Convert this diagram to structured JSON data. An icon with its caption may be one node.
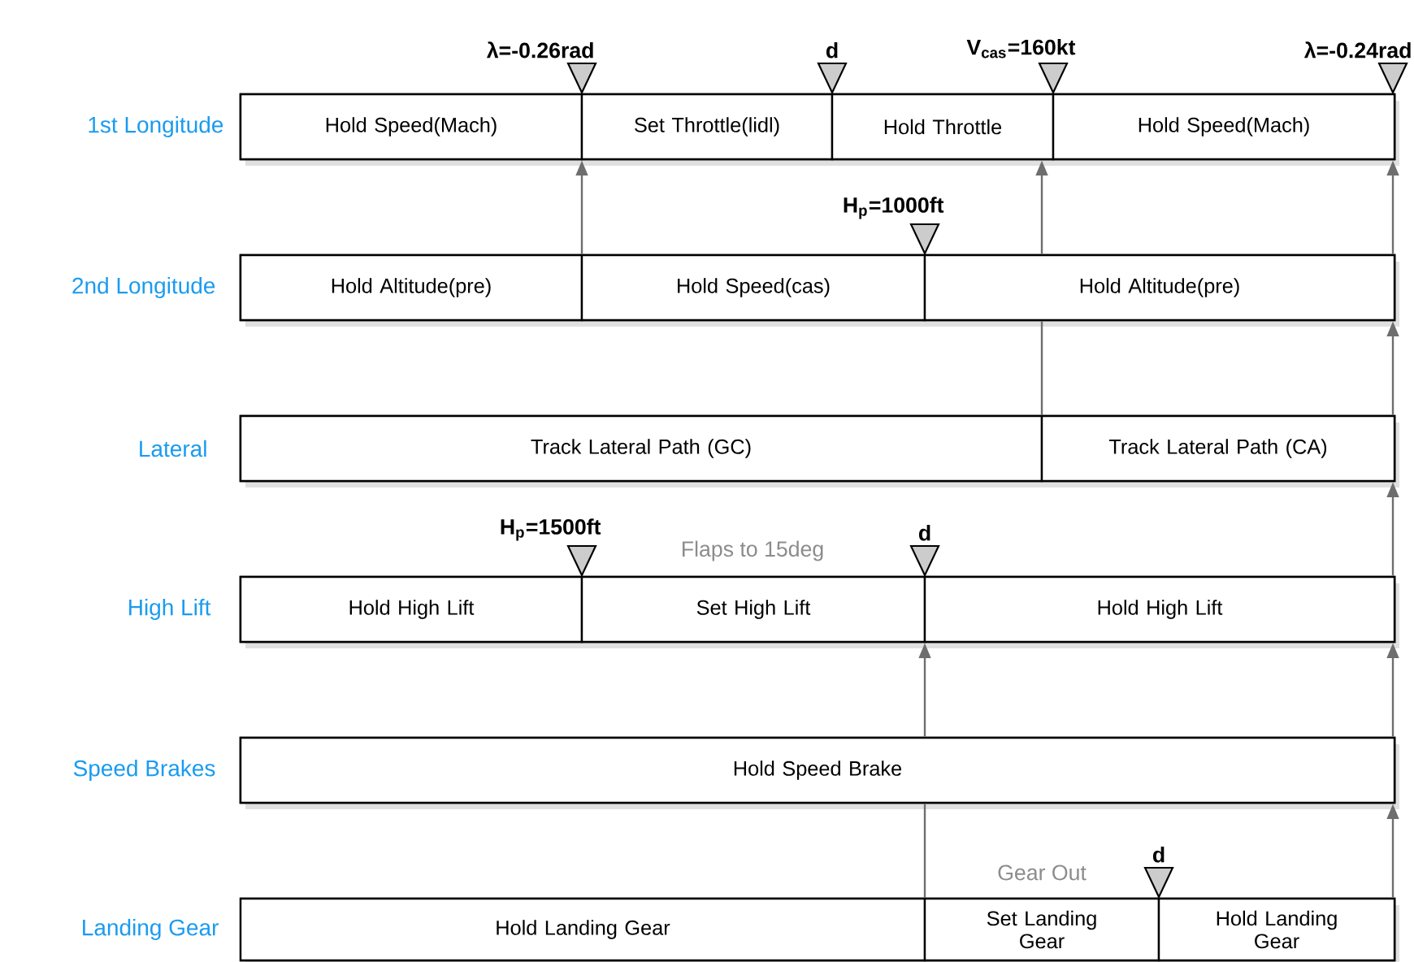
{
  "diagram": {
    "nodes": [
      {
        "text": [],
        "shape": "triangle",
        "beside": [
          "λ=-0.26rad"
        ]
      },
      {
        "text": [],
        "shape": "triangle",
        "beside": [
          "d"
        ]
      },
      {
        "text": [],
        "shape": "triangle",
        "beside": [
          "V$_{cas}$=160kt"
        ]
      },
      {
        "text": [],
        "shape": "triangle",
        "beside": [
          "λ=-0.24rad"
        ]
      },
      {
        "text": [
          "1st Longitude"
        ]
      },
      {
        "text": [
          "Hold Speed(Mach)"
        ],
        "in": 4
      },
      {
        "text": [
          "Set Throttle(lidl)"
        ],
        "in": 4
      },
      {
        "text": [
          "Hold Throttle"
        ],
        "in": 4
      },
      {
        "text": [
          "Hold Speed(Mach)"
        ],
        "in": 4
      },
      {
        "text": [],
        "shape": "triangle",
        "beside": [
          "H$_{p}$=1000ft"
        ]
      },
      {
        "text": [
          "2nd Longitude"
        ]
      },
      {
        "text": [
          "Hold Altitude(pre)"
        ],
        "in": 10
      },
      {
        "text": [
          "Hold Speed(cas)"
        ],
        "in": 10
      },
      {
        "text": [
          "Hold Altitude(pre)"
        ],
        "in": 10
      },
      {
        "text": [
          "Lateral"
        ]
      },
      {
        "text": [
          "Track Lateral Path (GC)"
        ],
        "in": 14
      },
      {
        "text": [
          "Track Lateral Path (CA)"
        ],
        "in": 14
      },
      {
        "text": [],
        "shape": "triangle",
        "beside": [
          "H$_{p}$=1500ft"
        ]
      },
      {
        "text": [],
        "shape": "triangle",
        "beside": [
          "d"
        ]
      },
      {
        "text": [
          "High Lift"
        ]
      },
      {
        "text": [
          "Hold High Lift"
        ],
        "in": 19
      },
      {
        "text": [
          "Set High Lift"
        ],
        "in": 19
      },
      {
        "text": [
          "Hold High Lift"
        ],
        "in": 19
      },
      {
        "text": [
          "Speed Brakes"
        ]
      },
      {
        "text": [
          "Hold Speed Brake"
        ],
        "in": 23
      },
      {
        "text": [],
        "shape": "triangle",
        "beside": [
          "d"
        ]
      },
      {
        "text": [
          "Landing Gear"
        ]
      },
      {
        "text": [
          "Hold Landing Gear"
        ],
        "in": 26
      },
      {
        "text": [
          "Set Landing Gear"
        ],
        "in": 26
      },
      {
        "text": [
          "Hold Landing Gear"
        ],
        "in": 26
      }
    ],
    "edges": [
      {
        "from": 10,
        "to": 4,
        "arrow": "to"
      },
      {
        "from": 10,
        "to": 4,
        "arrow": "to"
      },
      {
        "from": 10,
        "to": 4,
        "arrow": "to"
      },
      {
        "from": 14,
        "to": 10,
        "arrow": "none"
      },
      {
        "from": 14,
        "to": 10,
        "arrow": "to"
      },
      {
        "from": 19,
        "to": 14,
        "arrow": "to"
      },
      {
        "from": 23,
        "to": 19,
        "arrow": "to"
      },
      {
        "from": 23,
        "to": 19,
        "arrow": "to"
      },
      {
        "from": 26,
        "to": 23,
        "arrow": "none"
      },
      {
        "from": 26,
        "to": 23,
        "arrow": "to"
      }
    ],
    "labels": [
      "Flaps to 15deg",
      "Gear Out"
    ]
  }
}
